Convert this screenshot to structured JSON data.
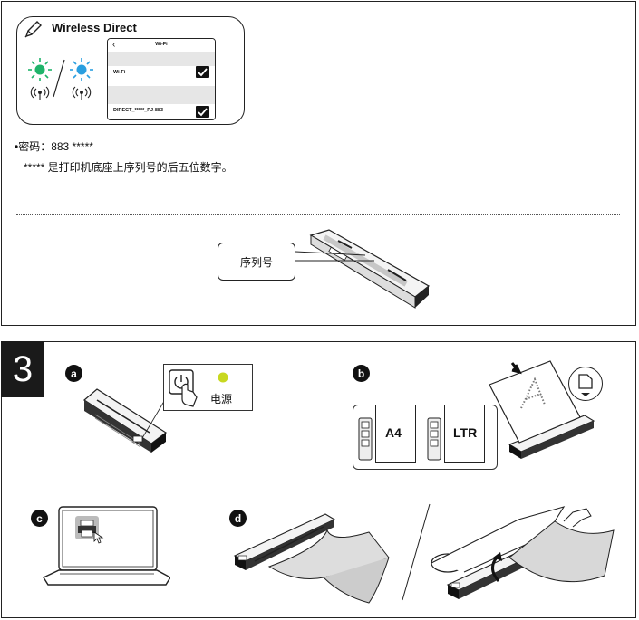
{
  "top_panel": {
    "wireless_title": "Wireless Direct",
    "phone": {
      "header": "Wi-Fi",
      "wifi_label": "Wi-Fi",
      "network_name": "DIRECT_*****_PJ-883"
    },
    "password_line": "•密码：883 *****",
    "password_note": "***** 是打印机底座上序列号的后五位数字。",
    "serial_callout": "序列号"
  },
  "step3": {
    "number": "3",
    "sub_a": {
      "badge": "a",
      "power_label": "电源",
      "led_color": "#c8d820"
    },
    "sub_b": {
      "badge": "b",
      "paper_sizes": [
        "A4",
        "LTR"
      ]
    },
    "sub_c": {
      "badge": "c"
    },
    "sub_d": {
      "badge": "d"
    }
  },
  "colors": {
    "led_green": "#1fb46a",
    "led_blue": "#2a9fe0",
    "led_yellow": "#c8d820"
  }
}
